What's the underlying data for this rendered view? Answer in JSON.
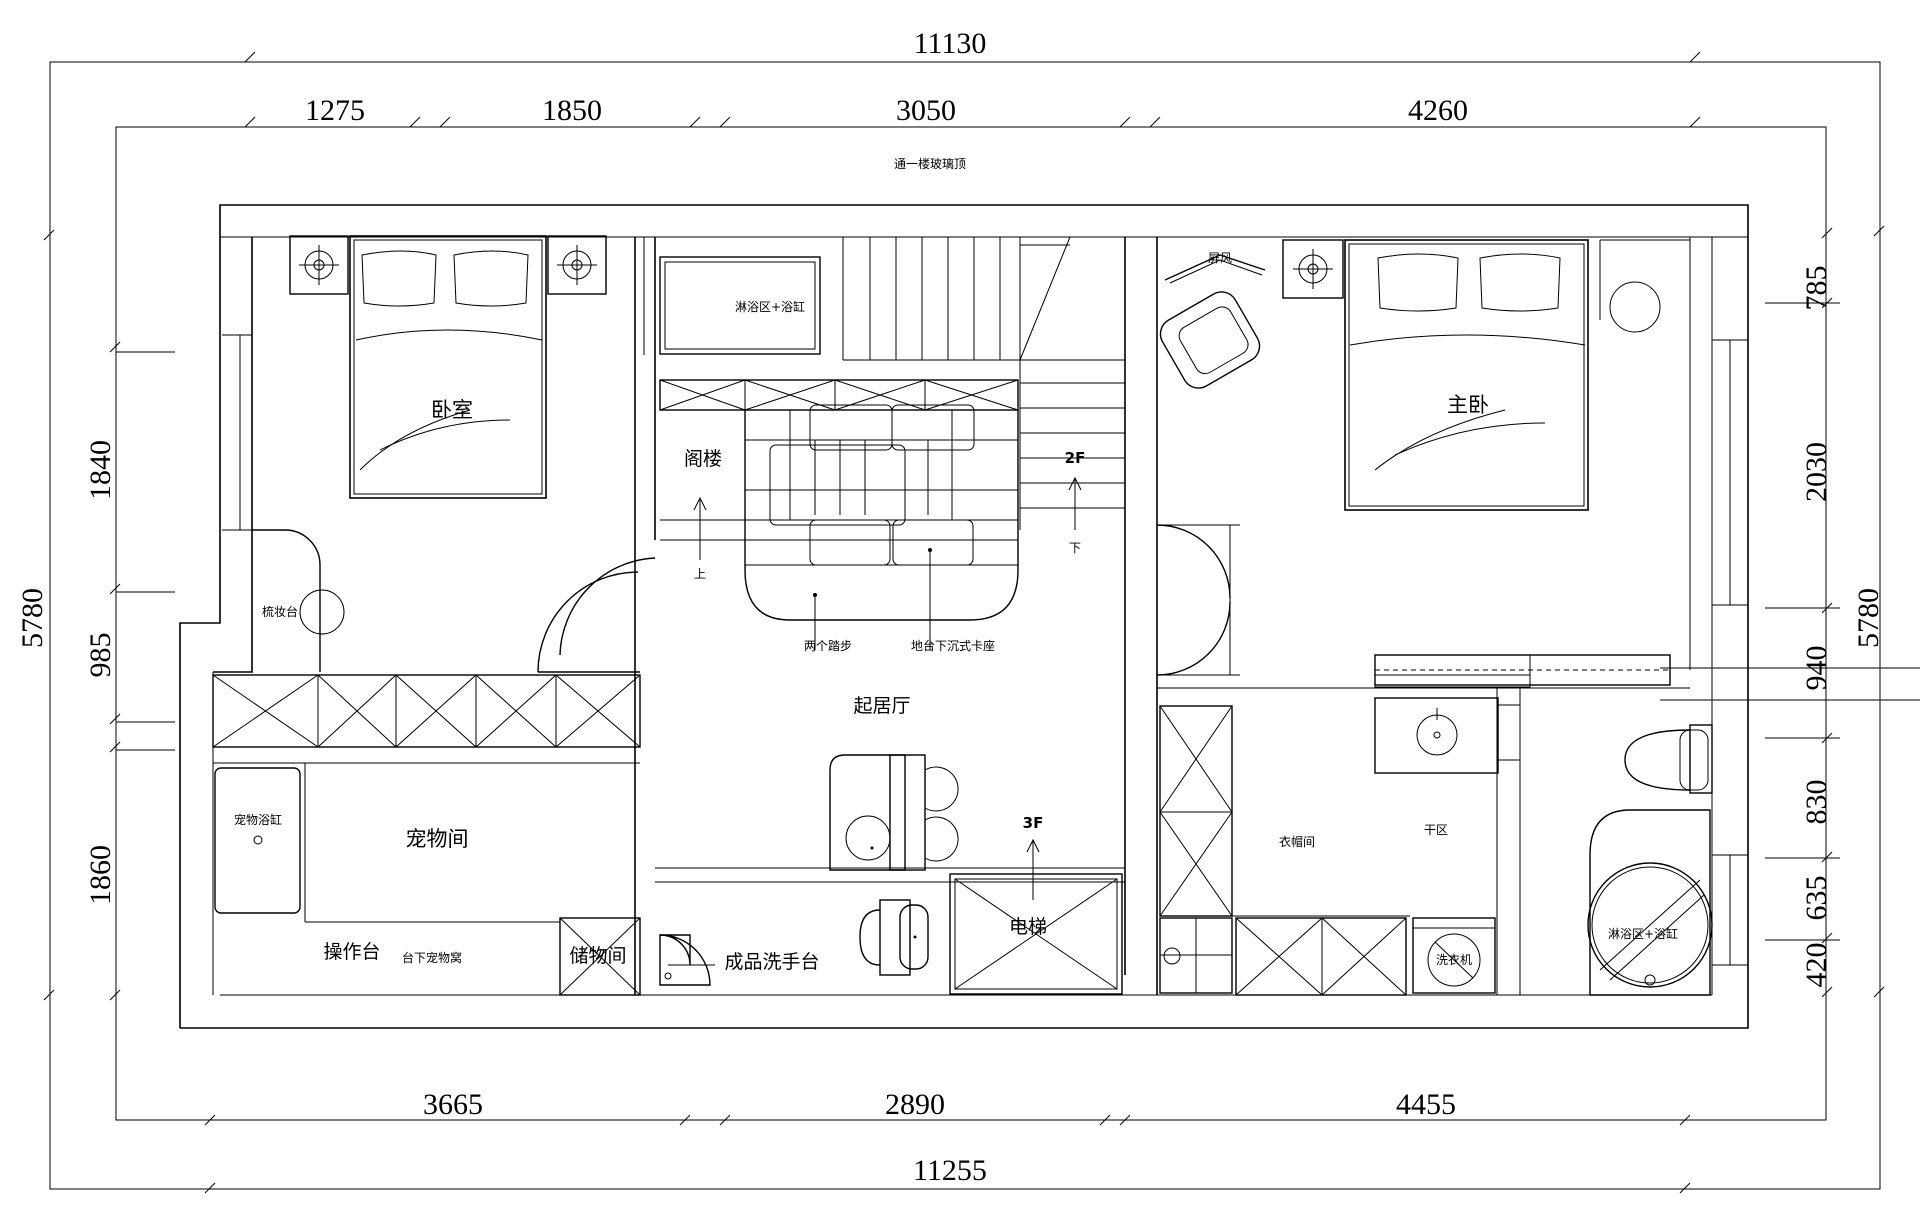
{
  "dimensions": {
    "top_total": "11130",
    "top_segments": [
      "1275",
      "1850",
      "3050",
      "4260"
    ],
    "bottom_segments": [
      "3665",
      "2890",
      "4455"
    ],
    "bottom_total": "11255",
    "left_total": "5780",
    "left_segments": [
      "1840",
      "985",
      "1860"
    ],
    "right_total": "5780",
    "right_segments": [
      "785",
      "2030",
      "940",
      "830",
      "635",
      "420"
    ]
  },
  "labels": {
    "glass_roof": "通一楼玻璃顶",
    "bedroom": "卧室",
    "master_bedroom": "主卧",
    "shower_top": "淋浴区+浴缸",
    "loft": "阁楼",
    "up": "上",
    "down": "下",
    "floor_2f": "2F",
    "floor_3f": "3F",
    "screen": "屏风",
    "dresser": "梳妆台",
    "two_steps": "两个踏步",
    "sunken_booth": "地台下沉式卡座",
    "living_room": "起居厅",
    "pet_room": "宠物间",
    "pet_tub": "宠物浴缸",
    "work_table": "操作台",
    "pet_nest": "台下宠物窝",
    "storage": "储物间",
    "washbasin": "成品洗手台",
    "elevator": "电梯",
    "cloakroom": "衣帽间",
    "dry_zone": "干区",
    "washer": "洗衣机",
    "shower_bottom": "淋浴区+浴缸"
  }
}
